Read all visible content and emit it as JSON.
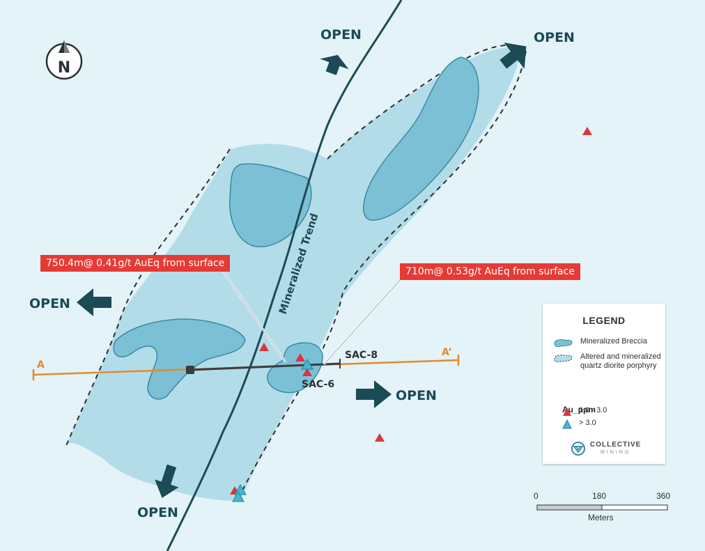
{
  "compass": {
    "label": "N",
    "icon": "north-arrow-icon"
  },
  "open_labels": {
    "north_left": "OPEN",
    "north_right": "OPEN",
    "west": "OPEN",
    "east": "OPEN",
    "south": "OPEN"
  },
  "trend_label": "Mineralized Trend",
  "section": {
    "start_label": "A",
    "end_label": "A’"
  },
  "drill_holes": {
    "sac8": "SAC-8",
    "sac6": "SAC-6"
  },
  "callouts": {
    "left": "750.4m@ 0.41g/t AuEq from surface",
    "right": "710m@ 0.53g/t AuEq from surface"
  },
  "legend": {
    "title": "LEGEND",
    "breccia": "Mineralized Breccia",
    "porphyry": "Altered and mineralized quartz diorite porphyry",
    "au_title": "Au_ppm",
    "au_low": "1.0 - 3.0",
    "au_high": "> 3.0",
    "logo_line1": "COLLECTIVE",
    "logo_line2": "MINING"
  },
  "scale_bar": {
    "tick_0": "0",
    "tick_1": "180",
    "tick_2": "360",
    "unit": "Meters"
  },
  "colors": {
    "background": "#e3f3f8",
    "porphyry_fill": "#b3dce9",
    "breccia_fill": "#7cc0d5",
    "breccia_stroke": "#3a8aa3",
    "trend_line": "#1c4a55",
    "arrow": "#1c4a55",
    "section_line": "#e08a2e",
    "callout_bg": "#e63a35",
    "au_low": "#d9363e",
    "au_high": "#46b7d3"
  }
}
